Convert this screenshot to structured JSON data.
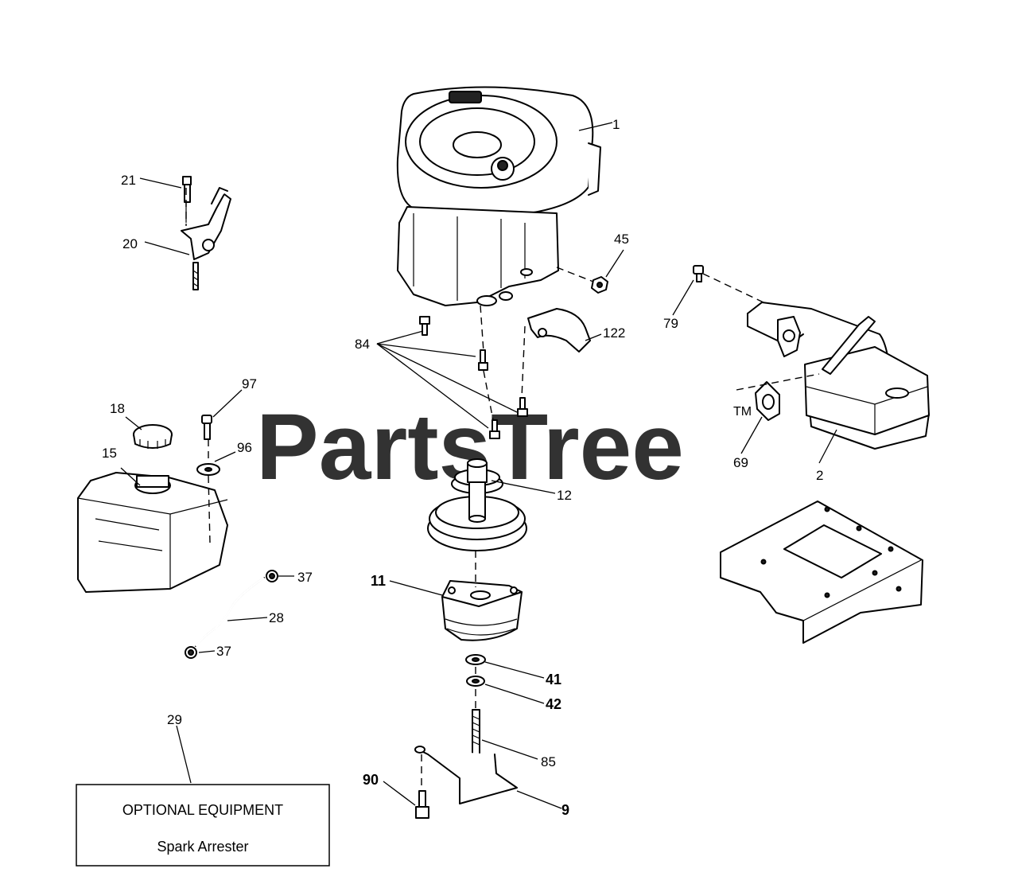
{
  "watermark": {
    "brand": "PartsTree",
    "trademark": "TM"
  },
  "callouts": {
    "c1": "1",
    "c2": "2",
    "c9": "9",
    "c11": "11",
    "c12": "12",
    "c15": "15",
    "c18": "18",
    "c20": "20",
    "c21": "21",
    "c28": "28",
    "c29": "29",
    "c37a": "37",
    "c37b": "37",
    "c41": "41",
    "c42": "42",
    "c45": "45",
    "c69": "69",
    "c79": "79",
    "c84": "84",
    "c85": "85",
    "c90": "90",
    "c96": "96",
    "c97": "97",
    "c122": "122"
  },
  "optional_box": {
    "heading": "OPTIONAL EQUIPMENT",
    "item": "Spark Arrester"
  }
}
